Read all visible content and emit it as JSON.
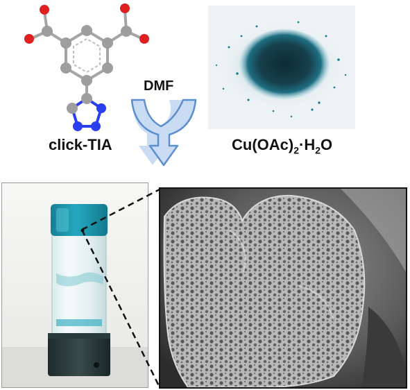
{
  "labels": {
    "molecule": "click-TIA",
    "solvent": "DMF",
    "salt_formula": "Cu(OAc)",
    "salt_sub1": "2",
    "salt_dot": "·H",
    "salt_sub2": "2",
    "salt_end": "O"
  },
  "colors": {
    "carbon": "#9a9a9a",
    "oxygen": "#e02020",
    "nitrogen": "#2a3ff0",
    "arrow_fill": "#c9dcf3",
    "arrow_stroke": "#5b8fd0",
    "gel_blue": "#1c9ab0",
    "powder_blue": "#1e7d8f"
  },
  "icons": {
    "arrow": "merge-arrow-icon",
    "vial": "vial-icon",
    "zoom": "zoom-dashed-lines"
  }
}
